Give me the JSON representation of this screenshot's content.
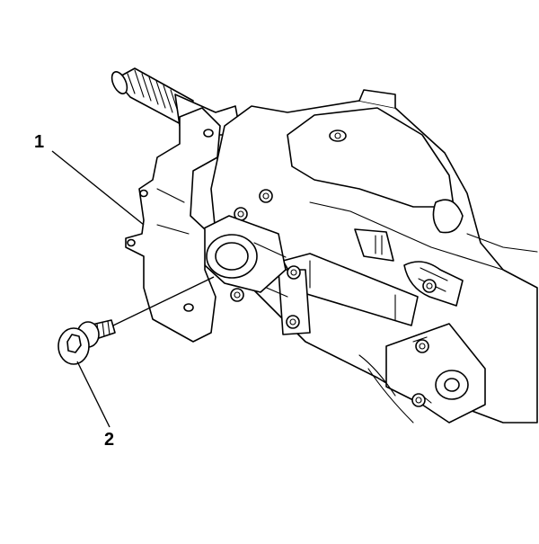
{
  "callouts": [
    {
      "id": "1",
      "label": "1",
      "refers_to": "bracket"
    },
    {
      "id": "2",
      "label": "2",
      "refers_to": "bolt"
    }
  ],
  "colors": {
    "line": "#000000",
    "background": "#ffffff"
  }
}
